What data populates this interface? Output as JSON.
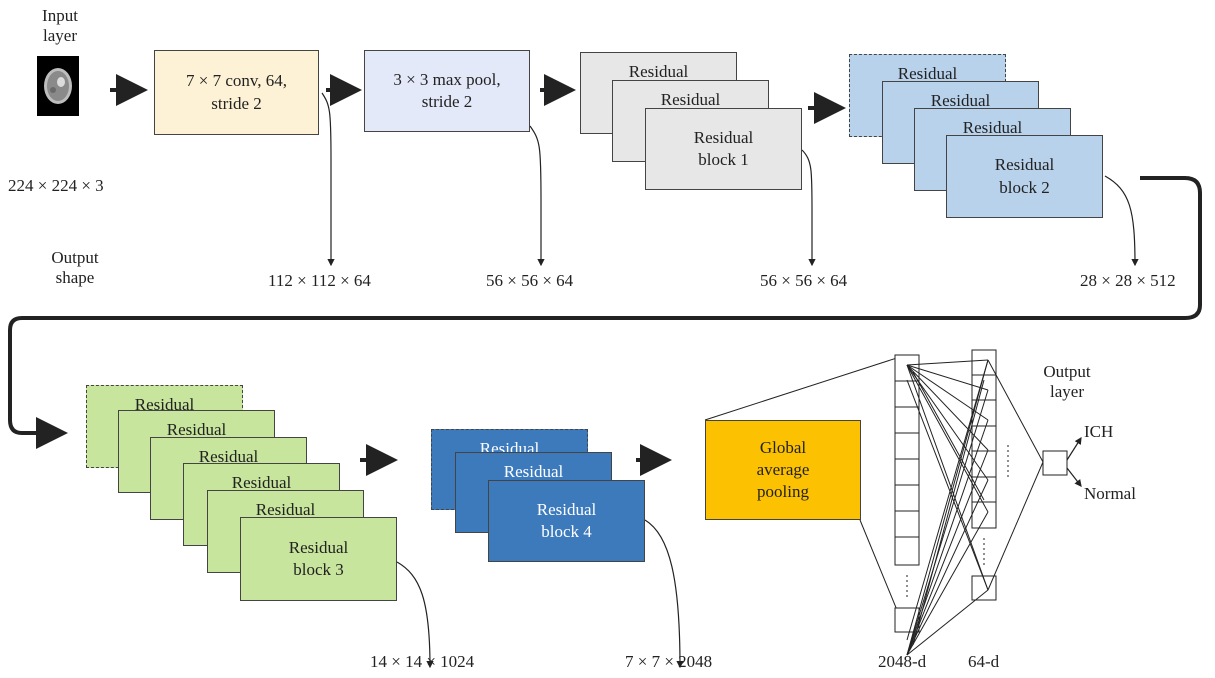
{
  "input_layer": {
    "label": "Input\nlayer",
    "shape": "224 × 224 × 3"
  },
  "output_shape_label": "Output\nshape",
  "conv": {
    "label": "7 × 7 conv, 64,\nstride 2",
    "shape": "112 × 112 × 64",
    "color": "#fdf2d6"
  },
  "maxpool": {
    "label": "3 × 3 max pool,\nstride 2",
    "shape": "56 × 56 × 64",
    "color": "#e3e9f8"
  },
  "res1": {
    "back_label": "Residual",
    "label": "Residual\nblock 1",
    "shape": "56 × 56 × 64",
    "color": "#e7e7e7"
  },
  "res2": {
    "back_label": "Residual",
    "label": "Residual\nblock 2",
    "shape": "28 × 28 × 512",
    "color": "#b9d2ec"
  },
  "res3": {
    "back_label": "Residual",
    "label": "Residual\nblock 3",
    "shape": "14 × 14 × 1024",
    "color": "#c7e59d"
  },
  "res4": {
    "back_label": "Residual",
    "label": "Residual\nblock 4",
    "shape": "7 × 7 × 2048",
    "color": "#3c7abc"
  },
  "gap": {
    "label": "Global\naverage\npooling",
    "color": "#fcc100"
  },
  "fc1": {
    "label": "2048-d"
  },
  "fc2": {
    "label": "64-d"
  },
  "output_layer": {
    "label": "Output\nlayer",
    "classes": [
      "ICH",
      "Normal"
    ]
  }
}
